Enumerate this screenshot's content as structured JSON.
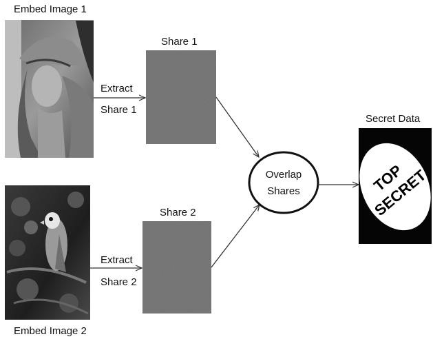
{
  "embed_image_1": {
    "label": "Embed Image 1"
  },
  "embed_image_2": {
    "label": "Embed Image 2"
  },
  "extract_1": {
    "line1": "Extract",
    "line2": "Share 1"
  },
  "extract_2": {
    "line1": "Extract",
    "line2": "Share 2"
  },
  "share_1": {
    "label": "Share 1"
  },
  "share_2": {
    "label": "Share 2"
  },
  "overlap": {
    "line1": "Overlap",
    "line2": "Shares"
  },
  "secret": {
    "label": "Secret Data",
    "stamp_line1": "TOP",
    "stamp_line2": "SECRET"
  }
}
